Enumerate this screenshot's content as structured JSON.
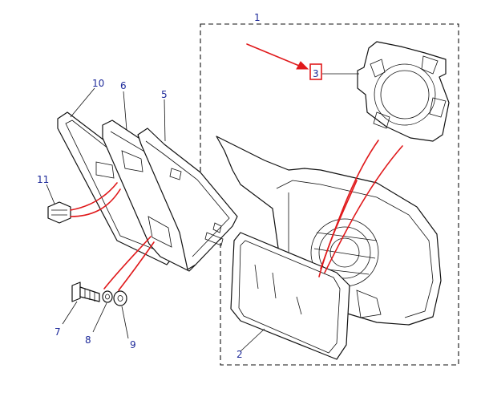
{
  "callouts": [
    {
      "id": "1",
      "label": "1"
    },
    {
      "id": "2",
      "label": "2"
    },
    {
      "id": "3",
      "label": "3"
    },
    {
      "id": "5",
      "label": "5"
    },
    {
      "id": "6",
      "label": "6"
    },
    {
      "id": "7",
      "label": "7"
    },
    {
      "id": "8",
      "label": "8"
    },
    {
      "id": "9",
      "label": "9"
    },
    {
      "id": "10",
      "label": "10"
    },
    {
      "id": "11",
      "label": "11"
    }
  ],
  "colors": {
    "callout_text": "#1e2a9a",
    "highlight": "#e0191b",
    "line": "#111111"
  },
  "highlighted_callout": "3"
}
